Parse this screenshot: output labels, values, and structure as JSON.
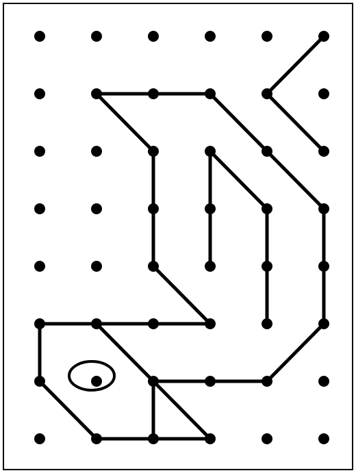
{
  "grid": {
    "columns": 6,
    "rows": 8
  },
  "paths": [
    {
      "id": "outer-body",
      "points": [
        [
          1,
          1
        ],
        [
          2,
          1
        ],
        [
          3,
          1
        ],
        [
          4,
          2
        ],
        [
          5,
          3
        ],
        [
          5,
          4
        ],
        [
          5,
          5
        ],
        [
          4,
          6
        ],
        [
          3,
          6
        ],
        [
          2,
          6
        ],
        [
          1,
          5
        ],
        [
          0,
          5
        ],
        [
          0,
          6
        ],
        [
          1,
          7
        ],
        [
          2,
          7
        ],
        [
          3,
          7
        ]
      ]
    },
    {
      "id": "inner-left-arm",
      "points": [
        [
          1,
          1
        ],
        [
          2,
          2
        ],
        [
          2,
          3
        ],
        [
          2,
          4
        ],
        [
          3,
          5
        ]
      ]
    },
    {
      "id": "inner-right-arm",
      "points": [
        [
          3,
          2
        ],
        [
          4,
          3
        ],
        [
          4,
          4
        ],
        [
          4,
          5
        ]
      ]
    },
    {
      "id": "center-stem",
      "points": [
        [
          3,
          2
        ],
        [
          3,
          3
        ],
        [
          3,
          4
        ]
      ]
    },
    {
      "id": "neck-line",
      "points": [
        [
          0,
          5
        ],
        [
          1,
          5
        ],
        [
          2,
          5
        ],
        [
          3,
          5
        ]
      ]
    },
    {
      "id": "jaw-vertical",
      "points": [
        [
          2,
          6
        ],
        [
          2,
          7
        ]
      ]
    },
    {
      "id": "jaw-diagonal",
      "points": [
        [
          2,
          6
        ],
        [
          3,
          7
        ]
      ]
    },
    {
      "id": "top-right-chevron",
      "points": [
        [
          5,
          0
        ],
        [
          4,
          1
        ],
        [
          5,
          2
        ]
      ]
    }
  ],
  "eye": {
    "center": [
      1,
      6
    ]
  }
}
